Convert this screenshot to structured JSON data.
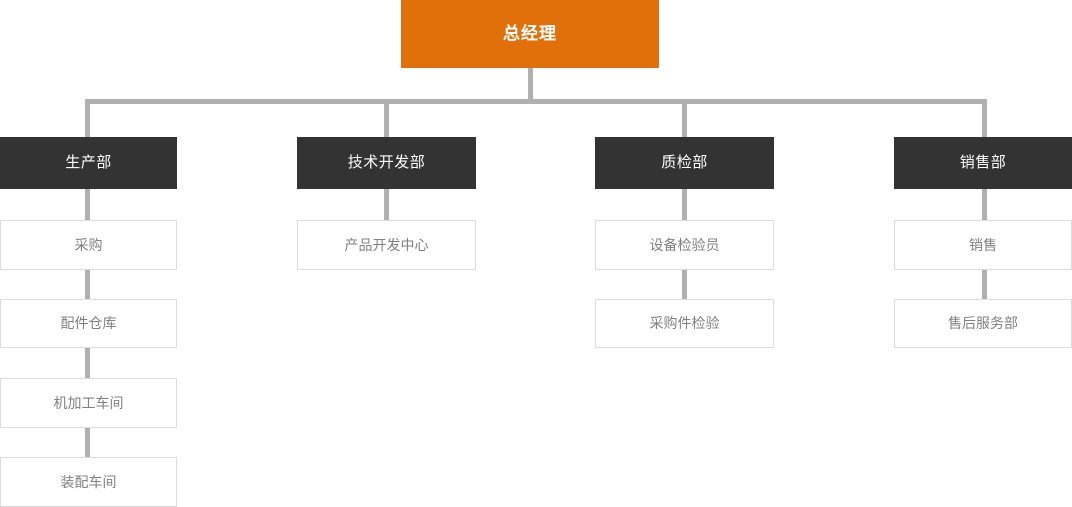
{
  "chart_data": {
    "type": "diagram",
    "diagram_type": "organizational-chart",
    "title": "总经理",
    "orientation": "top-down",
    "levels": 3,
    "colors": {
      "root_bg": "#e2700a",
      "root_text": "#ffffff",
      "dept_bg": "#333333",
      "dept_text": "#ffffff",
      "leaf_bg": "#ffffff",
      "leaf_text": "#808080",
      "leaf_border": "#dcdcdc",
      "connector": "#b0b0b0",
      "page_bg": "#ffffff"
    }
  },
  "root": {
    "label": "总经理"
  },
  "departments": [
    {
      "label": "生产部",
      "children": [
        {
          "label": "采购"
        },
        {
          "label": "配件仓库"
        },
        {
          "label": "机加工车间"
        },
        {
          "label": "装配车间"
        }
      ]
    },
    {
      "label": "技术开发部",
      "children": [
        {
          "label": "产品开发中心"
        }
      ]
    },
    {
      "label": "质检部",
      "children": [
        {
          "label": "设备检验员"
        },
        {
          "label": "采购件检验"
        }
      ]
    },
    {
      "label": "销售部",
      "children": [
        {
          "label": "销售"
        },
        {
          "label": "售后服务部"
        }
      ]
    }
  ]
}
